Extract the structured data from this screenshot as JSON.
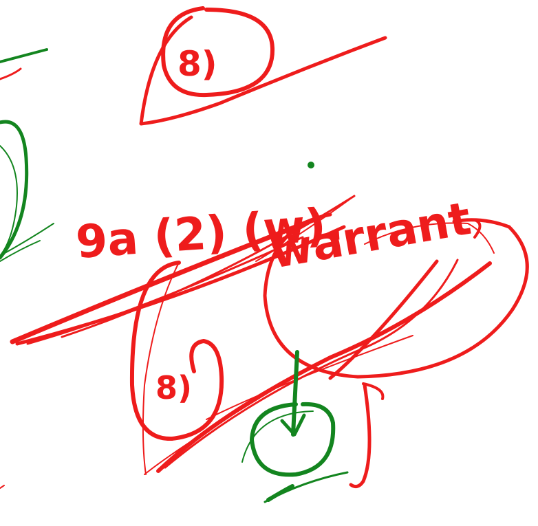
{
  "colors": {
    "red": "#ee1c1c",
    "green": "#13851f",
    "background": "#ffffff"
  },
  "annotations": {
    "ref_top": "8)",
    "section": "9a (2) (w).",
    "word": "warrant",
    "ref_bottom": "8)"
  }
}
